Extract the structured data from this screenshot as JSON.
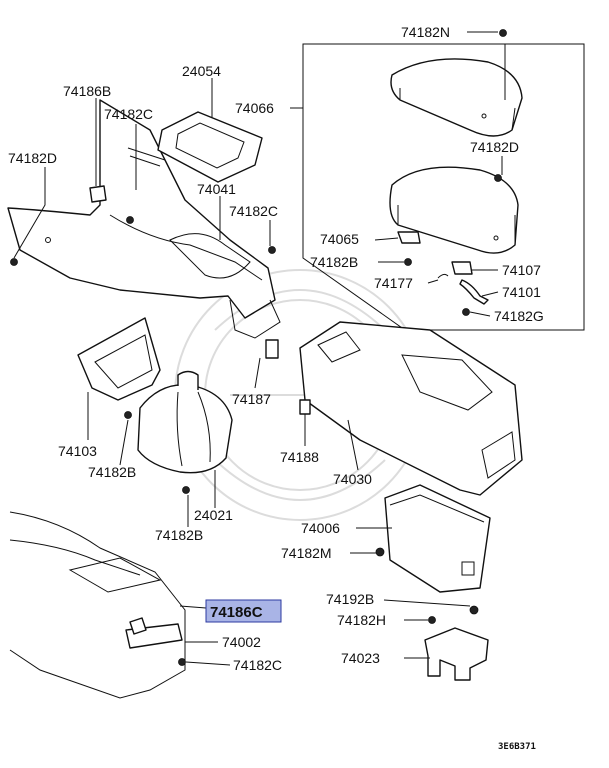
{
  "diagram": {
    "code": "3E6B371",
    "highlight_color": "#a9b4e6",
    "labels": [
      {
        "id": "l1",
        "text": "74182N"
      },
      {
        "id": "l2",
        "text": "24054"
      },
      {
        "id": "l3",
        "text": "74186B"
      },
      {
        "id": "l4",
        "text": "74182C"
      },
      {
        "id": "l5",
        "text": "74066"
      },
      {
        "id": "l6",
        "text": "74182D"
      },
      {
        "id": "l7",
        "text": "74182D"
      },
      {
        "id": "l8",
        "text": "74041"
      },
      {
        "id": "l9",
        "text": "74182C"
      },
      {
        "id": "l10",
        "text": "74065"
      },
      {
        "id": "l11",
        "text": "74182B"
      },
      {
        "id": "l12",
        "text": "74107"
      },
      {
        "id": "l13",
        "text": "74177"
      },
      {
        "id": "l14",
        "text": "74101"
      },
      {
        "id": "l15",
        "text": "74182G"
      },
      {
        "id": "l16",
        "text": "74187"
      },
      {
        "id": "l17",
        "text": "74103"
      },
      {
        "id": "l18",
        "text": "74188"
      },
      {
        "id": "l19",
        "text": "74182B"
      },
      {
        "id": "l20",
        "text": "74030"
      },
      {
        "id": "l21",
        "text": "24021"
      },
      {
        "id": "l22",
        "text": "74006"
      },
      {
        "id": "l23",
        "text": "74182B"
      },
      {
        "id": "l24",
        "text": "74182M"
      },
      {
        "id": "l25",
        "text": "74192B"
      },
      {
        "id": "l26",
        "text": "74186C"
      },
      {
        "id": "l27",
        "text": "74182H"
      },
      {
        "id": "l28",
        "text": "74002"
      },
      {
        "id": "l29",
        "text": "74023"
      },
      {
        "id": "l30",
        "text": "74182C"
      }
    ]
  }
}
